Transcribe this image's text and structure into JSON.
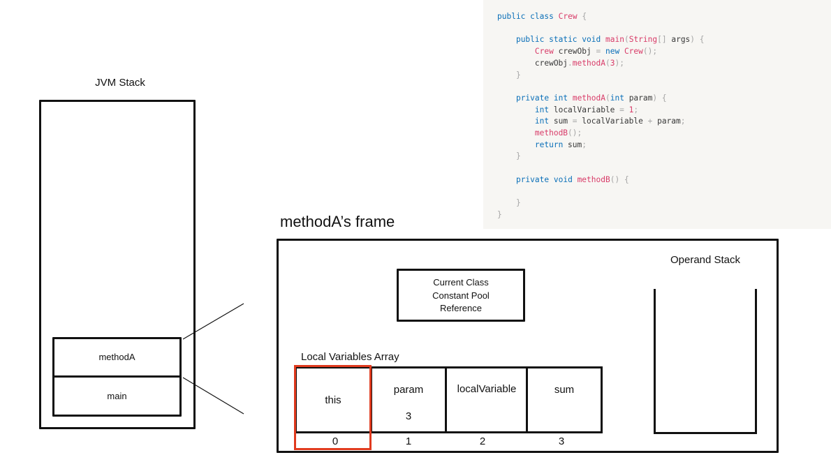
{
  "jvm_stack": {
    "title": "JVM Stack",
    "frames": [
      "methodA",
      "main"
    ]
  },
  "frame": {
    "title": "methodA’s frame",
    "constant_pool": [
      "Current Class",
      "Constant Pool",
      "Reference"
    ],
    "operand_stack_title": "Operand Stack",
    "local_variables": {
      "title": "Local Variables Array",
      "cells": [
        {
          "name": "this",
          "value": "",
          "index": "0"
        },
        {
          "name": "param",
          "value": "3",
          "index": "1"
        },
        {
          "name": "localVariable",
          "value": "",
          "index": "2"
        },
        {
          "name": "sum",
          "value": "",
          "index": "3"
        }
      ]
    }
  },
  "colors": {
    "highlight": "#e03a1e",
    "code_bg": "#f7f6f3",
    "keyword": "#0a6fb8",
    "identifier": "#d83b68"
  },
  "code": {
    "lines": [
      "public class Crew {",
      "",
      "    public static void main(String[] args) {",
      "        Crew crewObj = new Crew();",
      "        crewObj.methodA(3);",
      "    }",
      "",
      "    private int methodA(int param) {",
      "        int localVariable = 1;",
      "        int sum = localVariable + param;",
      "        methodB();",
      "        return sum;",
      "    }",
      "",
      "    private void methodB() {",
      "",
      "    }",
      "}"
    ]
  }
}
